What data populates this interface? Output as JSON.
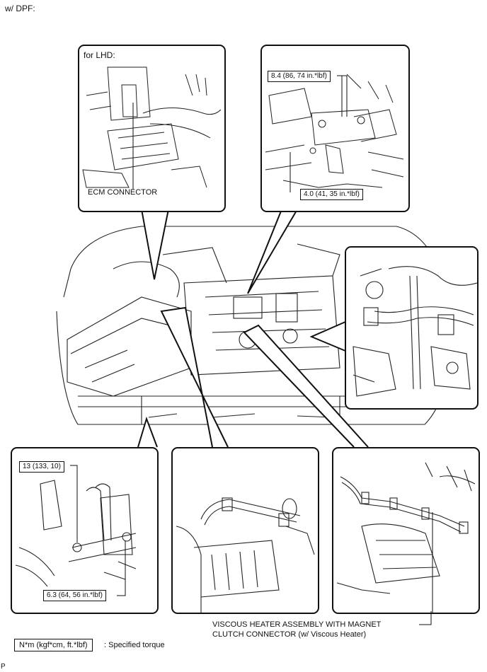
{
  "header": {
    "label": "w/ DPF:"
  },
  "panels": {
    "lhd": {
      "title": "for LHD:",
      "callout": "ECM CONNECTOR"
    },
    "top_right": {
      "torque_upper": "8.4 (86, 74 in.*lbf)",
      "torque_lower": "4.0 (41, 35 in.*lbf)"
    },
    "bottom_left": {
      "torque_upper": "13 (133, 10)",
      "torque_lower": "6.3 (64, 56 in.*lbf)"
    },
    "bottom_right": {
      "callout_line1": "VISCOUS HEATER ASSEMBLY WITH MAGNET",
      "callout_line2": "CLUTCH CONNECTOR (w/ Viscous Heater)"
    }
  },
  "legend": {
    "box_text": "N*m (kgf*cm, ft.*lbf)",
    "description": ": Specified torque"
  },
  "footer": {
    "code": "P"
  },
  "icons": [
    "engine-bay-illustration",
    "ecm-connector-illustration",
    "bracket-bolt-illustration",
    "harness-illustration",
    "pipe-clamp-illustration",
    "hose-clip-illustration",
    "heater-pipe-illustration"
  ]
}
